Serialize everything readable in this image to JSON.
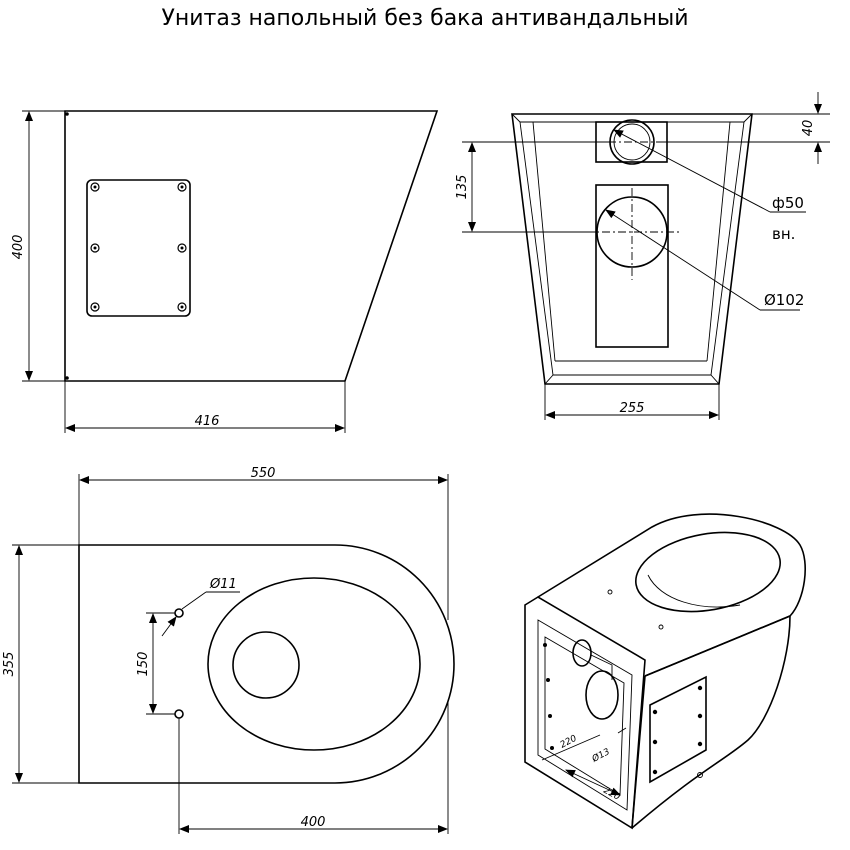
{
  "title": "Унитаз напольный без бака антивандальный",
  "dimensions": {
    "side_height": "400",
    "side_width": "416",
    "front_top_offset": "40",
    "front_center_height": "135",
    "front_width": "255",
    "pipe_small": "ф50",
    "pipe_small_note": "вн.",
    "pipe_large": "Ø102",
    "plan_length": "550",
    "plan_width": "355",
    "hole_diameter": "Ø11",
    "hole_spacing": "150",
    "plan_bottom_length": "400",
    "iso_dim_a": "220",
    "iso_dim_b": "220",
    "iso_hole": "Ø13"
  }
}
